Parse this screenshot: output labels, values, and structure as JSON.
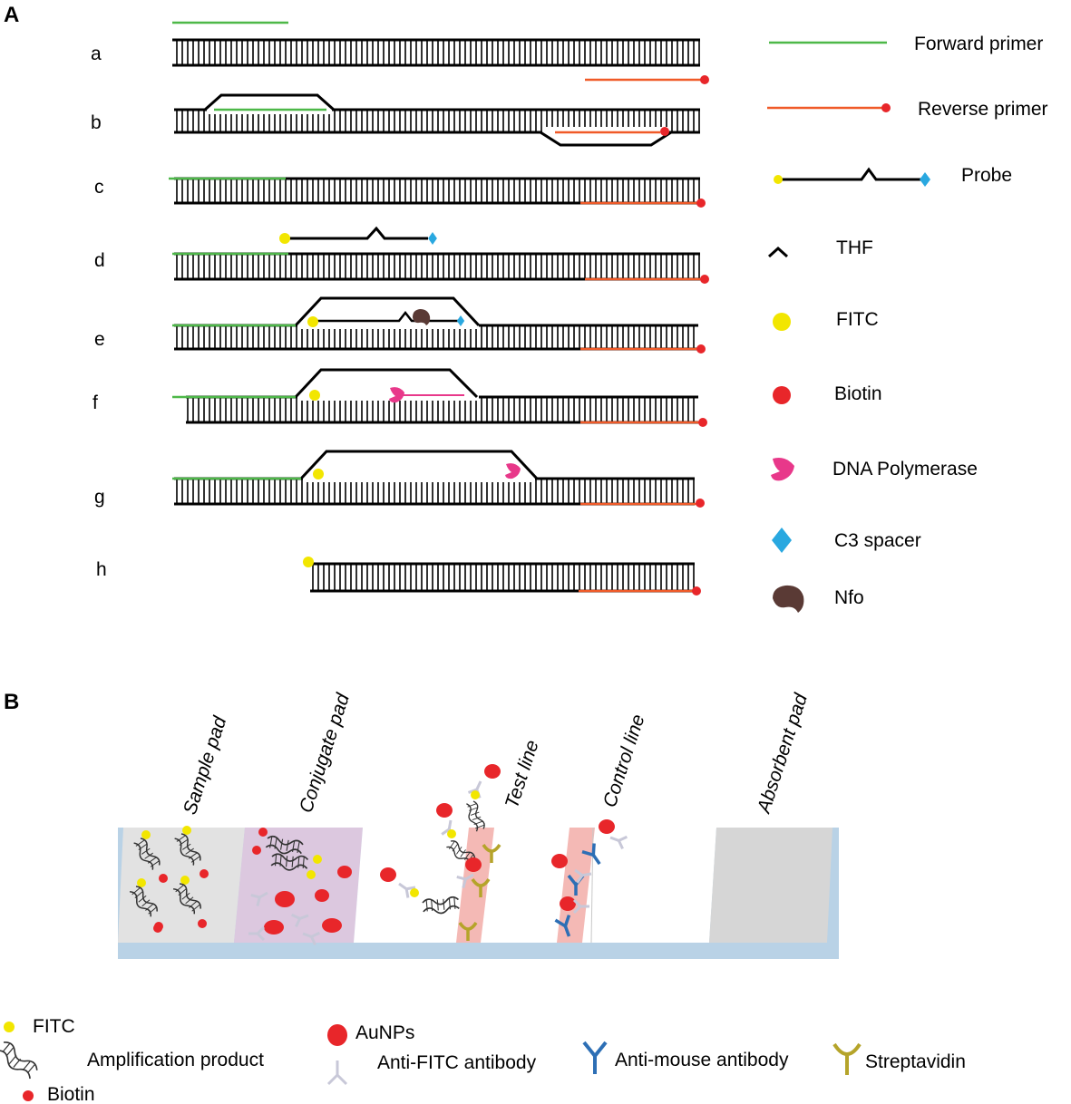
{
  "panels": {
    "A": "A",
    "B": "B"
  },
  "rows": [
    "a",
    "b",
    "c",
    "d",
    "e",
    "f",
    "g",
    "h"
  ],
  "legend_a": {
    "forward_primer": "Forward primer",
    "reverse_primer": "Reverse primer",
    "probe": "Probe",
    "thf": "THF",
    "fitc": "FITC",
    "biotin": "Biotin",
    "dna_polymerase": "DNA Polymerase",
    "c3_spacer": "C3 spacer",
    "nfo": "Nfo"
  },
  "strip_sections": {
    "sample_pad": "Sample pad",
    "conjugate_pad": "Conjugate pad",
    "test_line": "Test line",
    "control_line": "Control line",
    "absorbent_pad": "Absorbent pad"
  },
  "legend_b": {
    "fitc": "FITC",
    "amplification_product": "Amplification product",
    "biotin": "Biotin",
    "aunps": "AuNPs",
    "anti_fitc_antibody": "Anti-FITC antibody",
    "anti_mouse_antibody": "Anti-mouse antibody",
    "streptavidin": "Streptavidin"
  },
  "colors": {
    "forward_primer": "#4db848",
    "reverse_primer": "#f05a28",
    "fitc": "#f2e600",
    "biotin": "#e8262a",
    "c3_spacer": "#29a8e0",
    "polymerase": "#e8388a",
    "nfo": "#5a3a35",
    "antimouse": "#2d6fb5",
    "streptavidin": "#b5a42a",
    "antifitc": "#c8c8d8",
    "conjugate_pad": "#dcc8df",
    "sample_pad": "#e2e2e2",
    "line_band": "#f4b9b5",
    "strip_base": "#b9d2e6"
  }
}
